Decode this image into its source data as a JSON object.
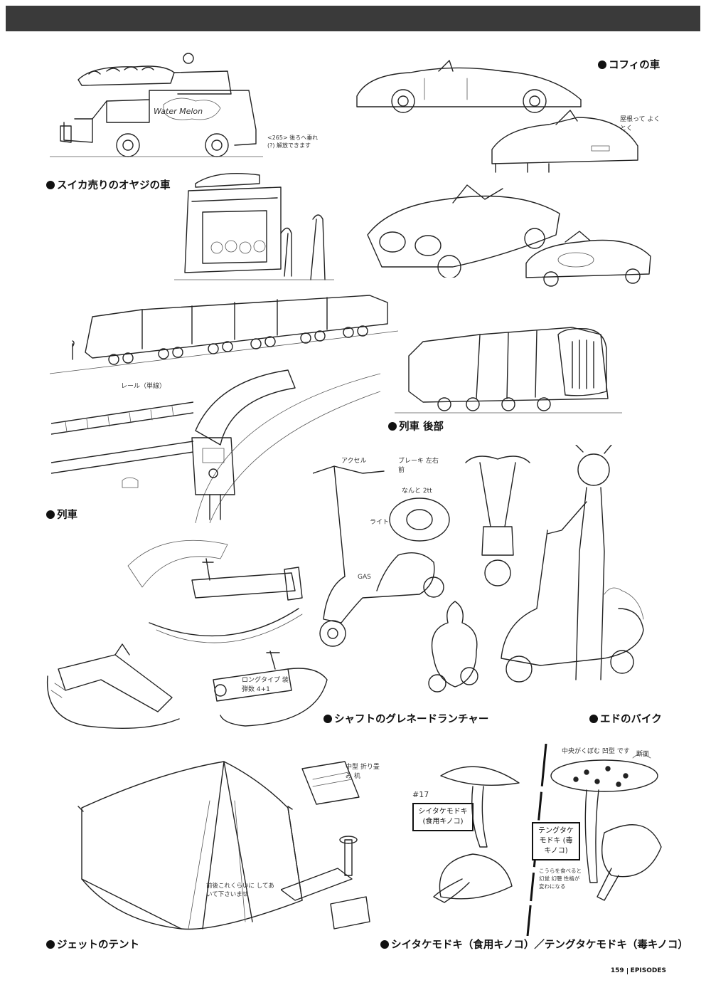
{
  "captions": {
    "watermelon_truck": "スイカ売りのオヤジの車",
    "coffee_car": "コフィの車",
    "train_rear": "列車 後部",
    "train": "列車",
    "shaft_launcher": "シャフトのグレネードランチャー",
    "ed_bike": "エドのバイク",
    "jet_tent": "ジェットのテント",
    "mushroom": "シイタケモドキ（食用キノコ）／テングタケモドキ（毒キノコ）"
  },
  "notes": {
    "truck_sign": "Water Melon",
    "truck_note": "<265> 後ろへ垂れ(?) 解放できます",
    "car_note": "屋根って よくとく",
    "rail_note": "レール（単線）",
    "bike_accel": "アクセル",
    "bike_brake": "ブレーキ 左右前",
    "bike_weight": "なんと 2tt",
    "bike_light": "ライト",
    "bike_gas": "GAS",
    "launcher_note": "ロングタイプ 装弾数 4+1",
    "tent_note": "前後これくらいに してあいて下さいませ",
    "tent_item_note": "中型 折り畳み 机",
    "mushroom_episode": "#17",
    "shiitake_label": "シイタケモドキ (食用キノコ)",
    "tengu_label": "テングタケ モドキ (毒キノコ)",
    "tengu_note": "こうらを食べると 幻覚 幻聴 性格が変わになる",
    "mushroom_top_note": "中央がくぼむ 凹型 です",
    "mushroom_top_note2": "断面"
  },
  "footer": {
    "page_number": "159",
    "section": "EPISODES"
  }
}
